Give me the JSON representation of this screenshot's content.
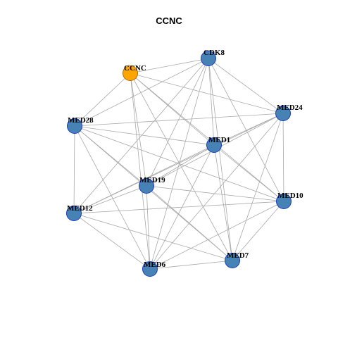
{
  "title": "CCNC",
  "colors": {
    "focus_fill": "#FFA500",
    "focus_stroke": "#B36B00",
    "node_fill": "#4682B4",
    "node_stroke": "#1C3ACC",
    "edge": "#A9A9A9"
  },
  "nodes": [
    {
      "id": "CCNC",
      "label": "CCNC",
      "focus": true
    },
    {
      "id": "CDK8",
      "label": "CDK8"
    },
    {
      "id": "MED24",
      "label": "MED24"
    },
    {
      "id": "MED28",
      "label": "MED28"
    },
    {
      "id": "MED1",
      "label": "MED1"
    },
    {
      "id": "MED19",
      "label": "MED19"
    },
    {
      "id": "MED12",
      "label": "MED12"
    },
    {
      "id": "MED10",
      "label": "MED10"
    },
    {
      "id": "MED7",
      "label": "MED7"
    },
    {
      "id": "MED6",
      "label": "MED6"
    }
  ],
  "edges": [
    [
      "CCNC",
      "CDK8"
    ],
    [
      "CCNC",
      "MED24"
    ],
    [
      "CCNC",
      "MED28"
    ],
    [
      "CCNC",
      "MED1"
    ],
    [
      "CCNC",
      "MED19"
    ],
    [
      "CCNC",
      "MED10"
    ],
    [
      "CCNC",
      "MED7"
    ],
    [
      "CCNC",
      "MED6"
    ],
    [
      "CDK8",
      "MED24"
    ],
    [
      "CDK8",
      "MED28"
    ],
    [
      "CDK8",
      "MED1"
    ],
    [
      "CDK8",
      "MED19"
    ],
    [
      "CDK8",
      "MED12"
    ],
    [
      "CDK8",
      "MED10"
    ],
    [
      "CDK8",
      "MED7"
    ],
    [
      "CDK8",
      "MED6"
    ],
    [
      "MED24",
      "MED28"
    ],
    [
      "MED24",
      "MED1"
    ],
    [
      "MED24",
      "MED19"
    ],
    [
      "MED24",
      "MED12"
    ],
    [
      "MED24",
      "MED10"
    ],
    [
      "MED24",
      "MED7"
    ],
    [
      "MED24",
      "MED6"
    ],
    [
      "MED28",
      "MED1"
    ],
    [
      "MED28",
      "MED19"
    ],
    [
      "MED28",
      "MED12"
    ],
    [
      "MED28",
      "MED10"
    ],
    [
      "MED28",
      "MED7"
    ],
    [
      "MED28",
      "MED6"
    ],
    [
      "MED1",
      "MED19"
    ],
    [
      "MED1",
      "MED12"
    ],
    [
      "MED1",
      "MED10"
    ],
    [
      "MED1",
      "MED7"
    ],
    [
      "MED1",
      "MED6"
    ],
    [
      "MED19",
      "MED12"
    ],
    [
      "MED19",
      "MED10"
    ],
    [
      "MED19",
      "MED7"
    ],
    [
      "MED19",
      "MED6"
    ],
    [
      "MED12",
      "MED10"
    ],
    [
      "MED12",
      "MED7"
    ],
    [
      "MED12",
      "MED6"
    ],
    [
      "MED10",
      "MED7"
    ],
    [
      "MED10",
      "MED6"
    ],
    [
      "MED7",
      "MED6"
    ]
  ]
}
